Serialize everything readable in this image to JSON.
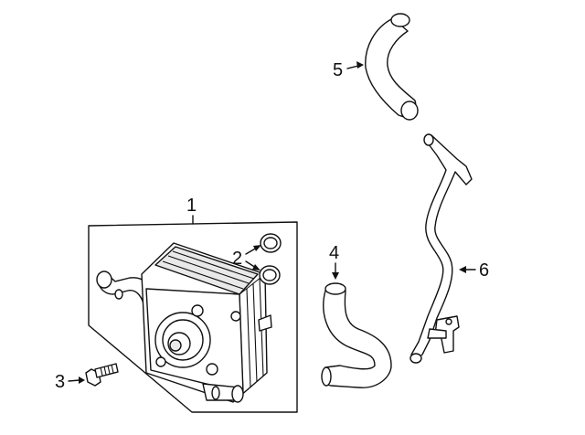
{
  "diagram": {
    "callouts": [
      {
        "id": "1",
        "label": "1"
      },
      {
        "id": "2",
        "label": "2"
      },
      {
        "id": "3",
        "label": "3"
      },
      {
        "id": "4",
        "label": "4"
      },
      {
        "id": "5",
        "label": "5"
      },
      {
        "id": "6",
        "label": "6"
      }
    ],
    "parts": [
      {
        "callout": "1",
        "name": "oil-cooler-assembly"
      },
      {
        "callout": "2",
        "name": "o-ring-seals"
      },
      {
        "callout": "3",
        "name": "bolt"
      },
      {
        "callout": "4",
        "name": "lower-coolant-hose"
      },
      {
        "callout": "5",
        "name": "upper-coolant-hose"
      },
      {
        "callout": "6",
        "name": "coolant-tube"
      }
    ]
  }
}
